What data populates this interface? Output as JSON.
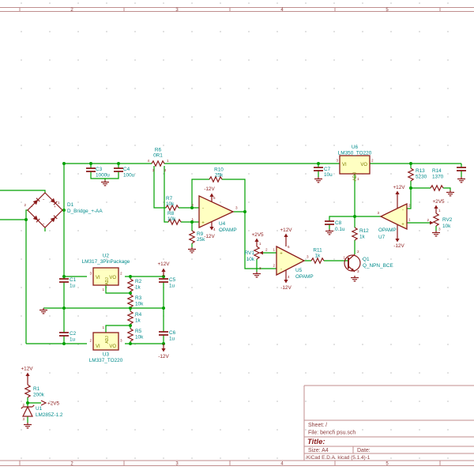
{
  "border": {
    "numbers": [
      "2",
      "3",
      "4",
      "5"
    ]
  },
  "title_block": {
    "sheet": "Sheet: /",
    "file": "File: bench psu.sch",
    "title": "Title:",
    "size": "Size: A4",
    "date": "Date:",
    "generator": "KiCad E.D.A.  kicad (5.1.4)-1"
  },
  "power": {
    "p12v": "+12V",
    "n12v": "-12V",
    "p2v5": "+2V5"
  },
  "pin_names": {
    "vi": "VI",
    "vo": "VO",
    "adj": "ADJ",
    "plus": "+",
    "minus": "-"
  },
  "pins": {
    "p1": "1",
    "p2": "2",
    "p3": "3",
    "p4": "4",
    "p5": "5"
  },
  "bridge_marks": {
    "plus": "+",
    "minus": "-",
    "ac": "~"
  },
  "components": {
    "D1": {
      "ref": "D1",
      "value": "D_Bridge_+-AA"
    },
    "C1": {
      "ref": "C1",
      "value": "1u"
    },
    "C2": {
      "ref": "C2",
      "value": "1u"
    },
    "C3": {
      "ref": "C3",
      "value": "1000u"
    },
    "C4": {
      "ref": "C4",
      "value": "100u"
    },
    "C5": {
      "ref": "C5",
      "value": "1u"
    },
    "C6": {
      "ref": "C6",
      "value": "1u"
    },
    "C7": {
      "ref": "C7",
      "value": "10u"
    },
    "C8": {
      "ref": "C8",
      "value": "0.1u"
    },
    "R1": {
      "ref": "R1",
      "value": "200k"
    },
    "R2": {
      "ref": "R2",
      "value": "1k"
    },
    "R3": {
      "ref": "R3",
      "value": "10k"
    },
    "R4": {
      "ref": "R4",
      "value": "1k"
    },
    "R5": {
      "ref": "R5",
      "value": "10k"
    },
    "R6": {
      "ref": "R6",
      "value": "0R1"
    },
    "R7": {
      "ref": "R7",
      "value": "10k"
    },
    "R8": {
      "ref": "R8",
      "value": "10k"
    },
    "R9": {
      "ref": "R9",
      "value": "25k"
    },
    "R10": {
      "ref": "R10",
      "value": "25k"
    },
    "R11": {
      "ref": "R11",
      "value": "1k"
    },
    "R12": {
      "ref": "R12",
      "value": "1k"
    },
    "R13": {
      "ref": "R13",
      "value": "5230"
    },
    "R14": {
      "ref": "R14",
      "value": "1370"
    },
    "RV1": {
      "ref": "RV1",
      "value": "10k"
    },
    "RV2": {
      "ref": "RV2",
      "value": "10k"
    },
    "Q1": {
      "ref": "Q1",
      "value": "Q_NPN_BCE"
    },
    "U1": {
      "ref": "U1",
      "value": "LM285Z-1.2"
    },
    "U2": {
      "ref": "U2",
      "value": "LM317_3PinPackage"
    },
    "U3": {
      "ref": "U3",
      "value": "LM337_TO220"
    },
    "U4": {
      "ref": "U4",
      "value": "OPAMP"
    },
    "U5": {
      "ref": "U5",
      "value": "OPAMP"
    },
    "U6": {
      "ref": "U6",
      "value": "LM350_TO220"
    },
    "U7": {
      "ref": "U7",
      "value": "OPAMP"
    }
  }
}
